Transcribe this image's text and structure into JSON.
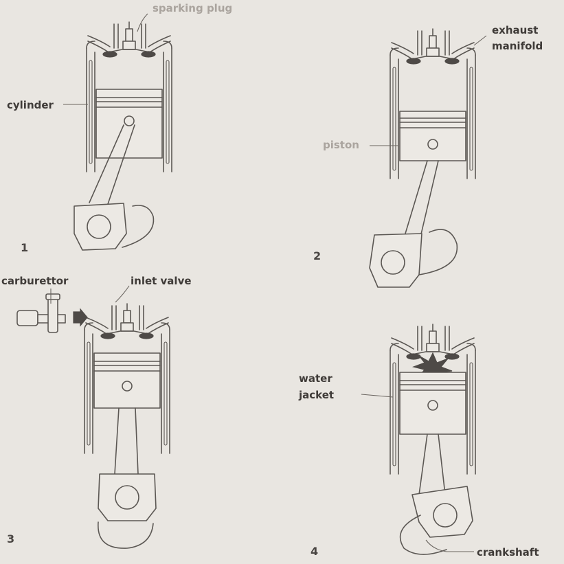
{
  "stages": [
    {
      "number": "1"
    },
    {
      "number": "2"
    },
    {
      "number": "3"
    },
    {
      "number": "4"
    }
  ],
  "labels": {
    "sparking_plug": "sparking plug",
    "cylinder": "cylinder",
    "exhaust": "exhaust",
    "manifold": "manifold",
    "piston": "piston",
    "carburettor": "carburettor",
    "inlet_valve": "inlet valve",
    "water": "water",
    "jacket": "jacket",
    "crankshaft": "crankshaft"
  }
}
